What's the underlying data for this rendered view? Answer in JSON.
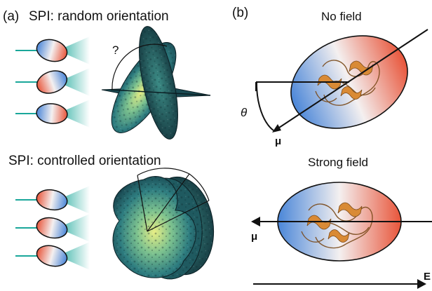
{
  "panel_a": {
    "label": "(a)",
    "top_title": "SPI: random orientation",
    "question_mark": "?",
    "bottom_title": "SPI: controlled orientation"
  },
  "panel_b": {
    "label": "(b)",
    "no_field_title": "No field",
    "theta_symbol": "θ",
    "mu_symbol_top": "μ",
    "strong_field_title": "Strong field",
    "mu_symbol_bottom": "μ",
    "field_symbol": "E"
  },
  "colors": {
    "beam_teal": "#1aa79a",
    "dipole_blue": "#4a86d8",
    "dipole_red": "#e8553a",
    "pattern_dark": "#16404a",
    "pattern_bright": "#e8ee84",
    "protein_orange": "#d98a35"
  }
}
